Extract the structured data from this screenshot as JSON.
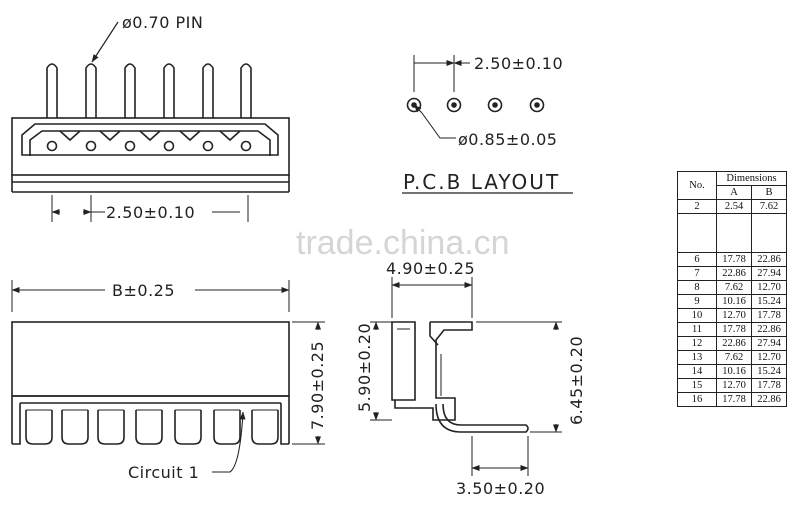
{
  "labels": {
    "pin_diameter": "ø0.70 PIN",
    "top_pitch": "2.50±0.10",
    "pcb_pitch": "2.50±0.10",
    "pcb_hole": "ø0.85±0.05",
    "pcb_title": "P.C.B LAYOUT",
    "b_dim": "B±0.25",
    "height_front": "7.90±0.25",
    "side_width": "4.90±0.25",
    "side_left_height": "5.90±0.20",
    "side_right_height": "6.45±0.20",
    "side_bottom": "3.50±0.20",
    "circuit": "Circuit 1"
  },
  "watermark": "trade.china.cn",
  "table": {
    "header_no": "No.",
    "header_dimensions": "Dimensions",
    "header_a": "A",
    "header_b": "B",
    "rows_top": [
      [
        "2",
        "2.54",
        "7.62"
      ]
    ],
    "rows_bottom": [
      [
        "6",
        "17.78",
        "22.86"
      ],
      [
        "7",
        "22.86",
        "27.94"
      ],
      [
        "8",
        "7.62",
        "12.70"
      ],
      [
        "9",
        "10.16",
        "15.24"
      ],
      [
        "10",
        "12.70",
        "17.78"
      ],
      [
        "11",
        "17.78",
        "22.86"
      ],
      [
        "12",
        "22.86",
        "27.94"
      ],
      [
        "13",
        "7.62",
        "12.70"
      ],
      [
        "14",
        "10.16",
        "15.24"
      ],
      [
        "15",
        "12.70",
        "17.78"
      ],
      [
        "16",
        "17.78",
        "22.86"
      ]
    ]
  },
  "colors": {
    "line": "#222222",
    "watermark": "#c8c8c8"
  }
}
